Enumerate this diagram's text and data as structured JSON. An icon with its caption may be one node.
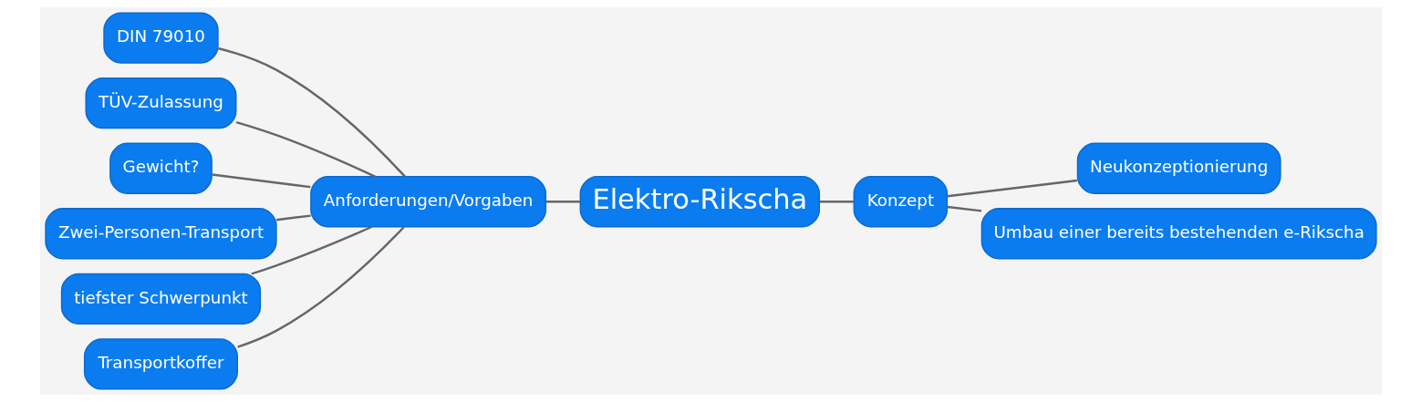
{
  "diagram": {
    "nodes": [
      {
        "text": [
          "Elektro-Rikscha"
        ]
      },
      {
        "text": [
          "Anforderungen/Vorgaben"
        ]
      },
      {
        "text": [
          "DIN 79010"
        ]
      },
      {
        "text": [
          "TÜV-Zulassung"
        ]
      },
      {
        "text": [
          "Gewicht?"
        ]
      },
      {
        "text": [
          "Zwei-Personen-Transport"
        ]
      },
      {
        "text": [
          "tiefster Schwerpunkt"
        ]
      },
      {
        "text": [
          "Transportkoffer"
        ]
      },
      {
        "text": [
          "Konzept"
        ]
      },
      {
        "text": [
          "Neukonzeptionierung"
        ]
      },
      {
        "text": [
          "Umbau einer bereits bestehenden e-Rikscha"
        ]
      }
    ],
    "edges": [
      {
        "from": 0,
        "to": 1,
        "arrow": "none"
      },
      {
        "from": 1,
        "to": 2,
        "arrow": "none"
      },
      {
        "from": 1,
        "to": 3,
        "arrow": "none"
      },
      {
        "from": 1,
        "to": 4,
        "arrow": "none"
      },
      {
        "from": 1,
        "to": 5,
        "arrow": "none"
      },
      {
        "from": 1,
        "to": 6,
        "arrow": "none"
      },
      {
        "from": 1,
        "to": 7,
        "arrow": "none"
      },
      {
        "from": 0,
        "to": 8,
        "arrow": "none"
      },
      {
        "from": 8,
        "to": 9,
        "arrow": "none"
      },
      {
        "from": 8,
        "to": 10,
        "arrow": "none"
      }
    ]
  }
}
